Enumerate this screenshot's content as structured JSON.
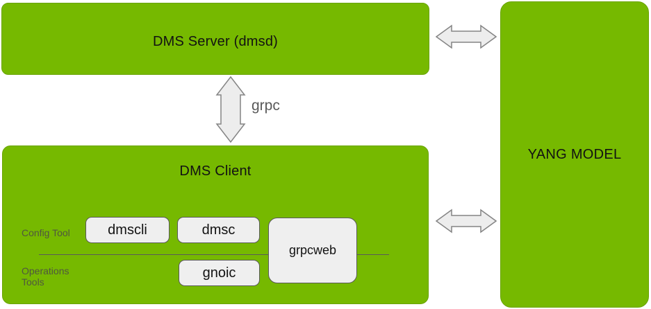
{
  "colors": {
    "box_green": "#76b900",
    "box_green_border": "#68a300",
    "button_fill": "#efefef",
    "button_border": "#595959",
    "arrow_fill": "#ededed",
    "arrow_stroke": "#848484",
    "label_gray": "#50573f",
    "divider_gray": "#595959",
    "grpc_gray": "#595959",
    "title_text": "#121212"
  },
  "diagram": {
    "server": {
      "title": "DMS Server (dmsd)"
    },
    "client": {
      "title": "DMS Client",
      "config_row_label": "Config Tool",
      "operations_row_label": "Operations Tools",
      "tools": {
        "dmscli": "dmscli",
        "dmsc": "dmsc",
        "grpcweb": "grpcweb",
        "gnoic": "gnoic"
      }
    },
    "yang": {
      "title": "YANG MODEL"
    },
    "grpc_link_label": "grpc"
  }
}
